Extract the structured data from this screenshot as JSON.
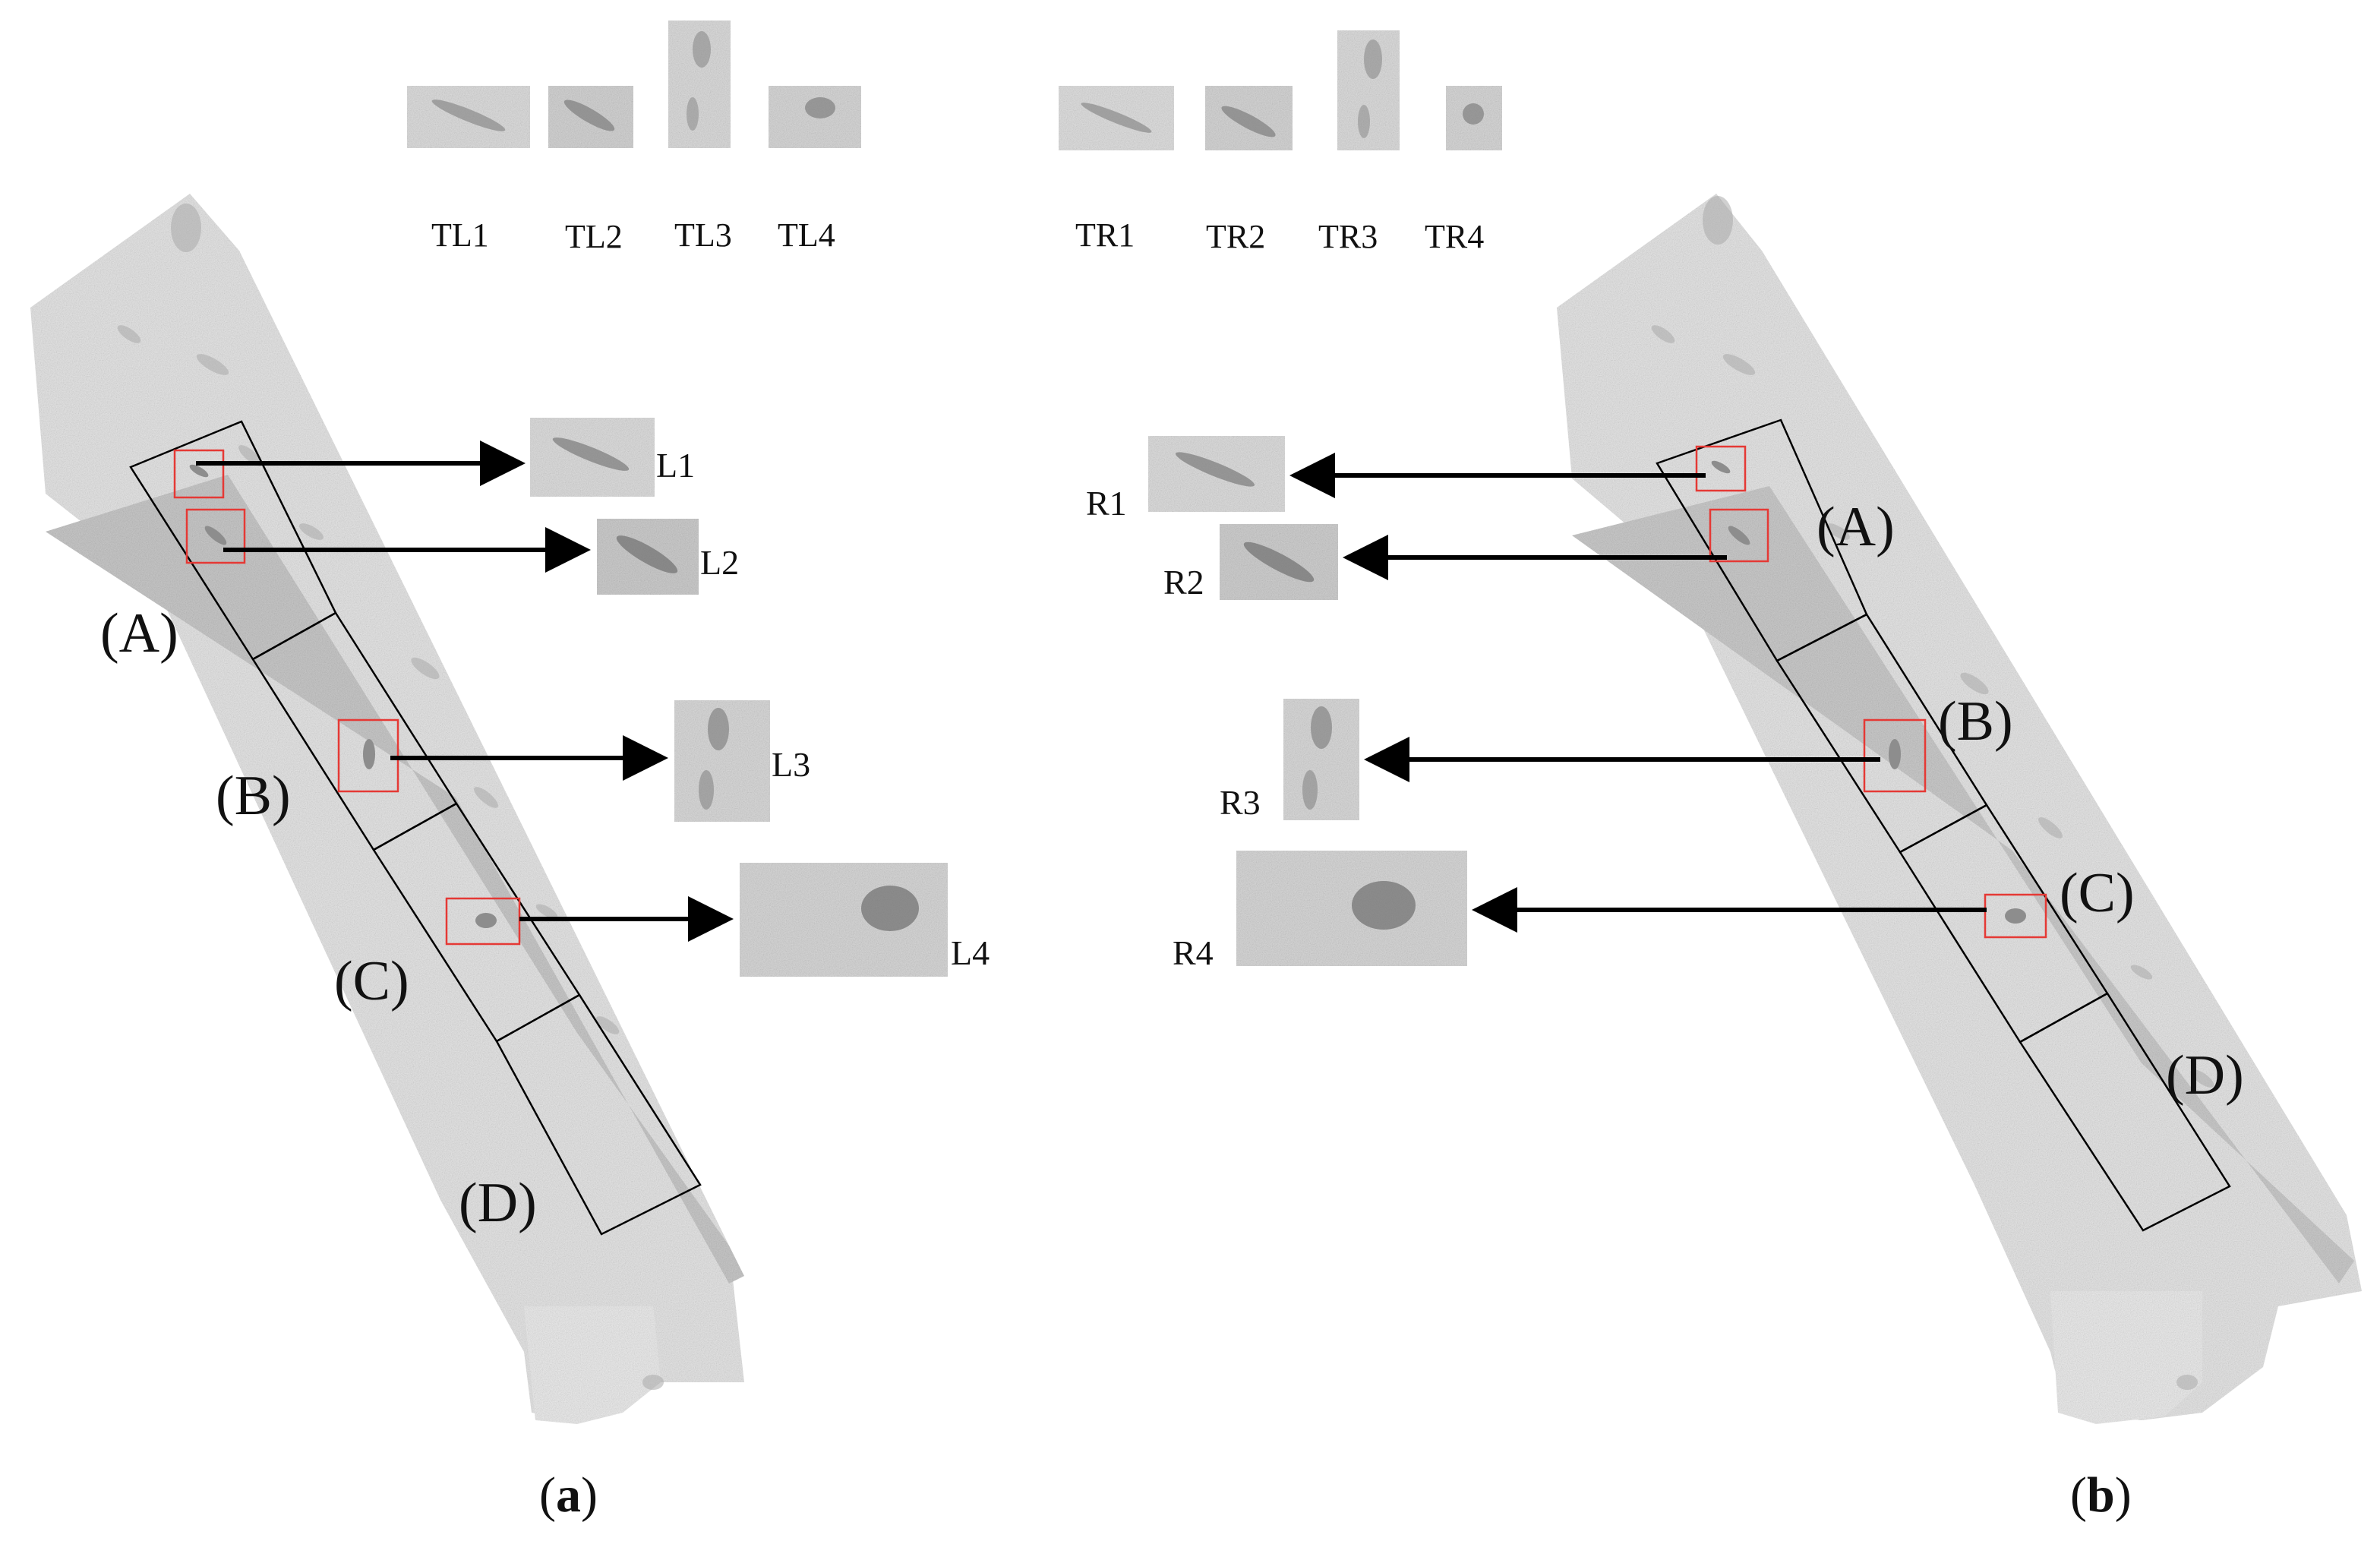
{
  "top_left_thumbnails": [
    "TL1",
    "TL2",
    "TL3",
    "TL4"
  ],
  "top_right_thumbnails": [
    "TR1",
    "TR2",
    "TR3",
    "TR4"
  ],
  "left_callouts": [
    "L1",
    "L2",
    "L3",
    "L4"
  ],
  "right_callouts": [
    "R1",
    "R2",
    "R3",
    "R4"
  ],
  "left_zones": [
    "(A)",
    "(B)",
    "(C)",
    "(D)"
  ],
  "right_zones": [
    "(A)",
    "(B)",
    "(C)",
    "(D)"
  ],
  "captions": {
    "left": {
      "open": "(",
      "letter": "a",
      "close": ")"
    },
    "right": {
      "open": "(",
      "letter": "b",
      "close": ")"
    }
  },
  "colors": {
    "mosaic_light": "#e4e4e4",
    "mosaic_dark": "#bdbdbd",
    "marker_box": "#e53935",
    "arrow": "#000000",
    "zone_outline": "#000000"
  }
}
